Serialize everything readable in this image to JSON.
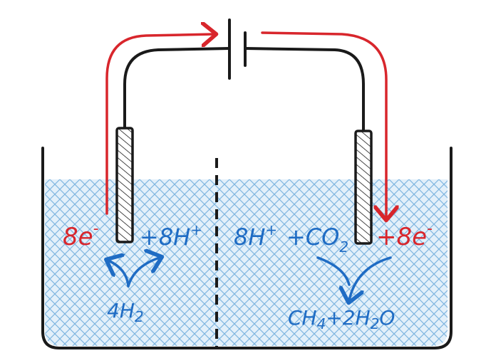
{
  "colors": {
    "electron_red": "#d8262c",
    "chem_blue": "#1f6cc4",
    "wire_black": "#1a1a1a",
    "water_fill": "#cfe6f5",
    "water_hatch": "#7fb6e0"
  },
  "icons": {
    "battery": "battery-icon",
    "electrode": "electrode-icon"
  },
  "anode": {
    "electrons": "8e",
    "electrons_sup": "-",
    "protons": "+8H",
    "protons_sup": "+",
    "reactant": "4H",
    "reactant_sub": "2"
  },
  "cathode": {
    "protons": "8H",
    "protons_sup": "+",
    "co2": "+CO",
    "co2_sub": "2",
    "electrons": "+8e",
    "electrons_sup": "-",
    "product_ch": "CH",
    "product_ch_sub": "4",
    "product_water": "+2H",
    "product_water_sub": "2",
    "product_o": "O"
  }
}
